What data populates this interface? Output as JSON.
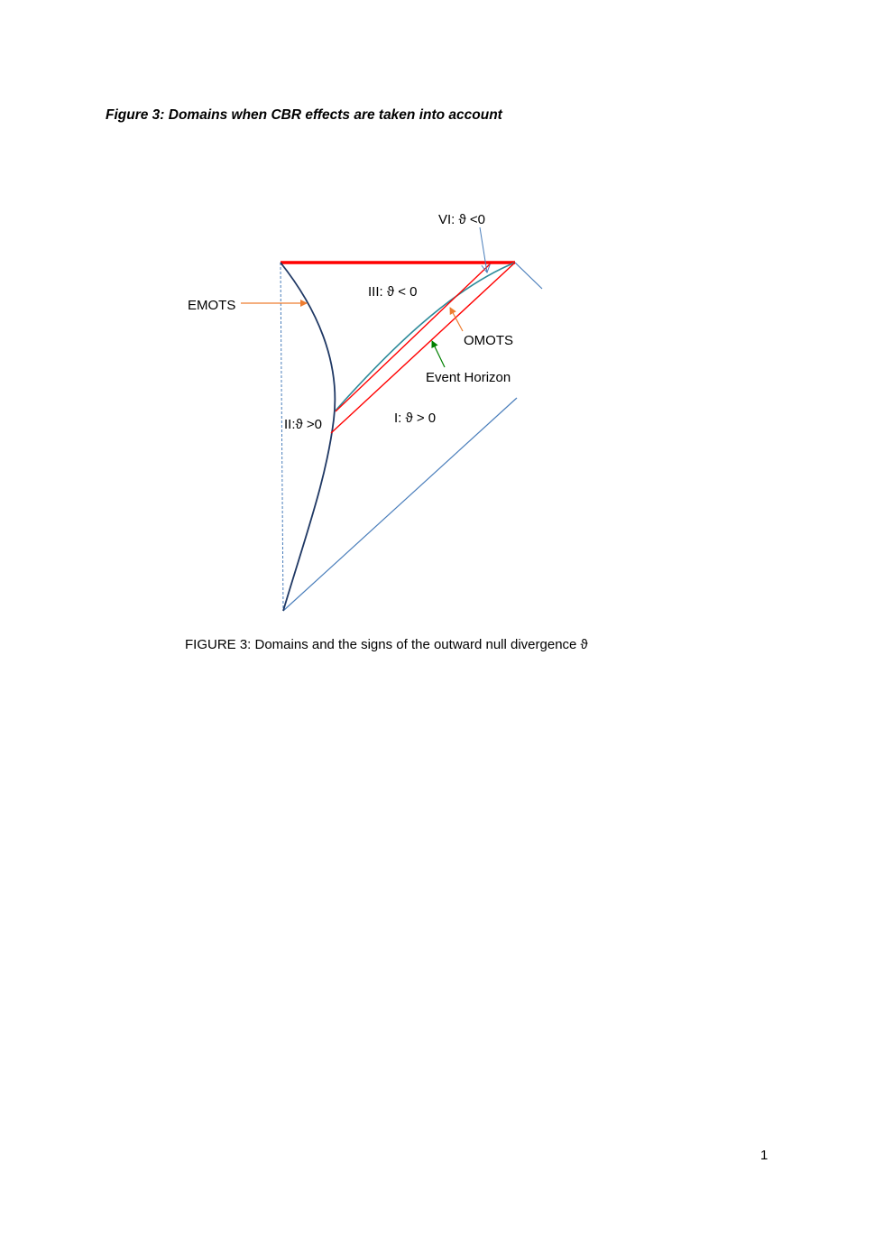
{
  "heading": "Figure 3: Domains when CBR effects are taken into account",
  "diagram": {
    "labels": {
      "region_vi": "VI: ϑ <0",
      "region_iii": "III: ϑ < 0",
      "emots": "EMOTS",
      "omots": "OMOTS",
      "event_horizon": "Event Horizon",
      "region_ii": "II:ϑ >0",
      "region_i": "I: ϑ > 0"
    },
    "colors": {
      "red_lines": "#ff0000",
      "emots_curve": "#1f3864",
      "blue_lines": "#4a7ebb",
      "omots_curve": "#2e8b9a",
      "orange_arrows": "#ed7d31",
      "green_arrow": "#008000"
    }
  },
  "caption": "FIGURE 3: Domains and the signs of the outward null divergence ϑ",
  "page_number": "1"
}
